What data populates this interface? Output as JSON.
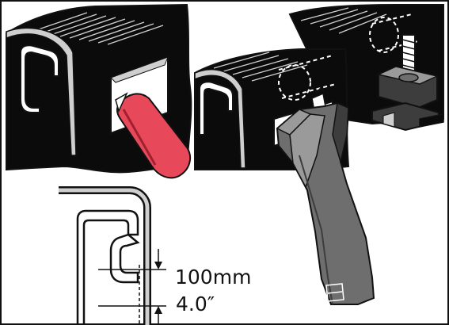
{
  "dimension": {
    "metric": "100mm",
    "imperial": "4.0″"
  },
  "colors": {
    "outline": "#111111",
    "housing": "#0b0b0b",
    "metal_edge": "#cfcfcf",
    "punch_tool": "#e8495a",
    "punch_tool_dark": "#a01f31",
    "nibbler_body": "#6e6e6e",
    "nibbler_light": "#9a9a9a",
    "nibbler_dark": "#3d3d3d",
    "background": "#ffffff"
  },
  "icons": {
    "panel_left": "housing-cutout-with-punch",
    "panel_right": "housing-with-nibbler-and-clamp",
    "panel_bottom": "rail-profile-dimension"
  }
}
